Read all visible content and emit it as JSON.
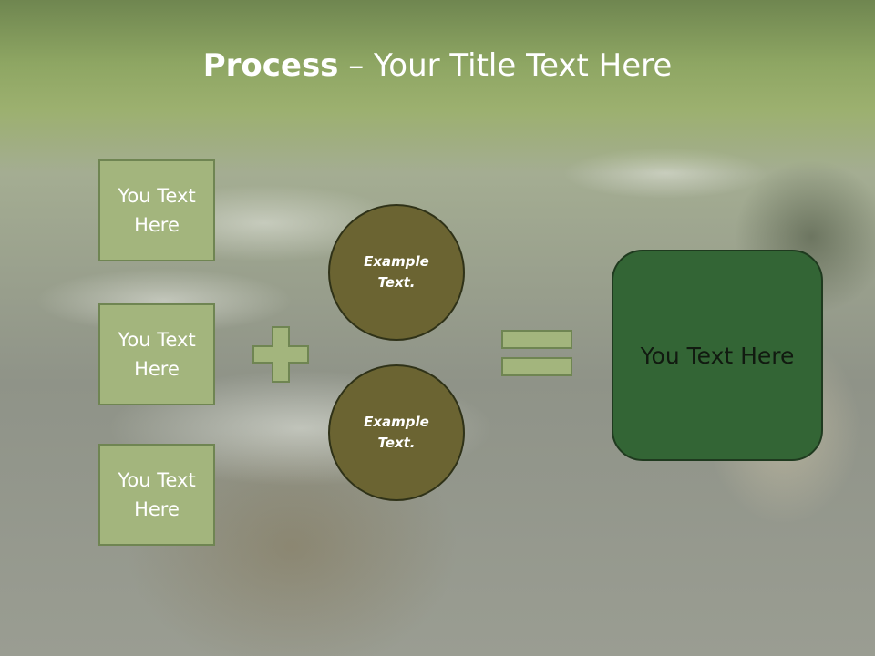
{
  "title": {
    "bold": "Process",
    "rest": " – Your Title Text Here"
  },
  "boxes": [
    "You Text Here",
    "You Text Here",
    "You Text Here"
  ],
  "circles": [
    "Example Text.",
    "Example Text."
  ],
  "result": "You Text Here",
  "colors": {
    "box_fill": "#a3b57d",
    "circle_fill": "#6b6432",
    "result_fill": "#336535",
    "operator_fill": "#a3b57d"
  },
  "icons": {
    "plus": "plus-icon",
    "equals": "equals-icon"
  }
}
